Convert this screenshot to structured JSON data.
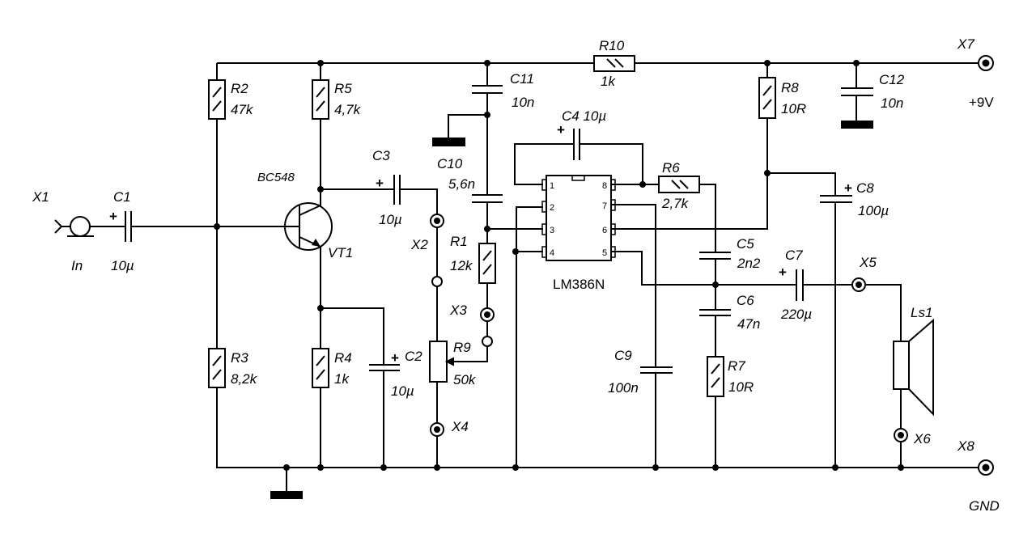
{
  "labels": {
    "X1": "X1",
    "In": "In",
    "C1": "C1",
    "C1v": "10µ",
    "plus": "+",
    "R2": "R2",
    "R2v": "47k",
    "R3": "R3",
    "R3v": "8,2k",
    "R5": "R5",
    "R5v": "4,7k",
    "R4": "R4",
    "R4v": "1k",
    "BC548": "BC548",
    "VT1": "VT1",
    "C3": "C3",
    "C3v": "10µ",
    "C2": "C2",
    "C2v": "10µ",
    "X2": "X2",
    "X3": "X3",
    "X4": "X4",
    "R1": "R1",
    "R1v": "12k",
    "R9": "R9",
    "R9v": "50k",
    "C10": "C10",
    "C10v": "5,6n",
    "C11": "C11",
    "C11v": "10n",
    "R10": "R10",
    "R10v": "1k",
    "C4": "C4 10µ",
    "IC": "LM386N",
    "R6": "R6",
    "R6v": "2,7k",
    "R8": "R8",
    "R8v": "10R",
    "C12": "C12",
    "C12v": "10n",
    "V9": "+9V",
    "X7": "X7",
    "C8": "C8",
    "C8v": "100µ",
    "C5": "C5",
    "C5v": "2n2",
    "C6": "C6",
    "C6v": "47n",
    "C7": "C7",
    "C7v": "220µ",
    "X5": "X5",
    "R7": "R7",
    "R7v": "10R",
    "C9": "C9",
    "C9v": "100n",
    "Ls1": "Ls1",
    "X6": "X6",
    "X8": "X8",
    "GND": "GND"
  },
  "ic_pins": {
    "p1": "1",
    "p2": "2",
    "p3": "3",
    "p4": "4",
    "p5": "5",
    "p6": "6",
    "p7": "7",
    "p8": "8"
  }
}
